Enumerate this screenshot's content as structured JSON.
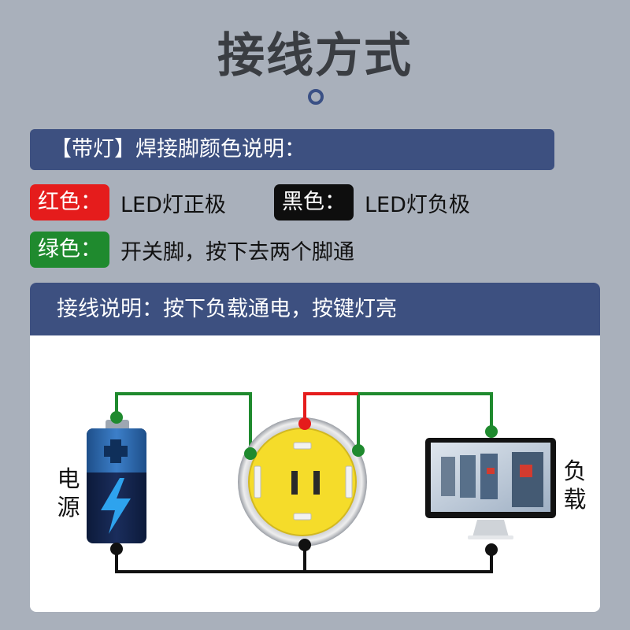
{
  "title": "接线方式",
  "banner": {
    "text": "【带灯】焊接脚颜色说明："
  },
  "legend": {
    "red": {
      "tag": "红色：",
      "desc": "LED灯正极"
    },
    "black": {
      "tag": "黑色：",
      "desc": "LED灯负极"
    },
    "green": {
      "tag": "绿色：",
      "desc": "开关脚，按下去两个脚通"
    }
  },
  "panel": {
    "header": "接线说明：按下负载通电，按键灯亮"
  },
  "diagram": {
    "power_label": [
      "电",
      "源"
    ],
    "load_label": [
      "负",
      "载"
    ],
    "colors": {
      "red": "#e51c1c",
      "green": "#1f8a2e",
      "black": "#111111",
      "banner": "#3d5080",
      "switch_face": "#f5dc2a"
    },
    "icons": [
      "battery-icon",
      "lightning-bolt-icon",
      "push-button-switch-icon",
      "monitor-icon"
    ]
  }
}
